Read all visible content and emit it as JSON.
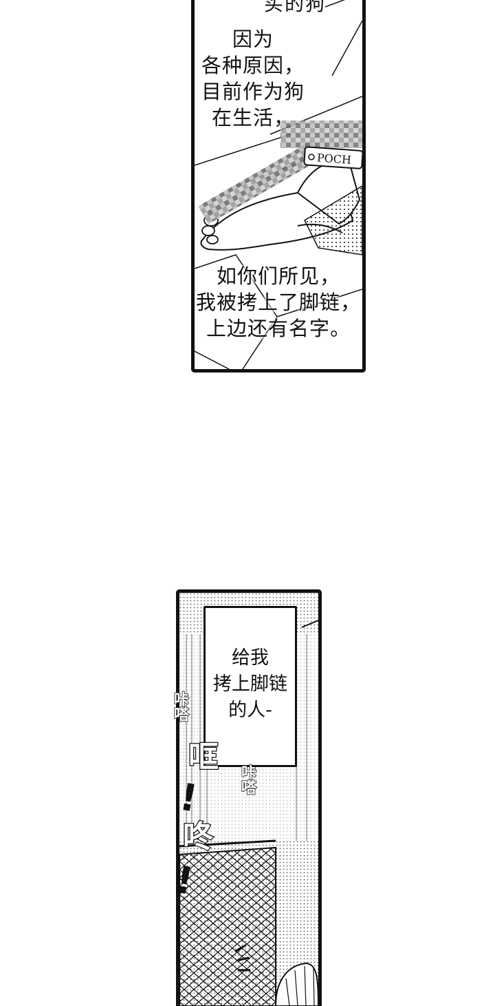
{
  "panel_1": {
    "top_partial_text": "买的狗",
    "narration_top": [
      "因为",
      "各种原因，",
      "目前作为狗",
      "在生活，"
    ],
    "collar_tag": "POCH",
    "narration_bottom": [
      "如你们所见，",
      "我被拷上了脚链，",
      "上边还有名字。"
    ]
  },
  "panel_2": {
    "caption": [
      "给我",
      "拷上脚链",
      "的人-"
    ],
    "sfx_click_1": "咔嗒",
    "sfx_click_2": "咔嗒",
    "sfx_bang_1": "哐",
    "sfx_bang_2": "咚",
    "sfx_exclaim": "!"
  }
}
